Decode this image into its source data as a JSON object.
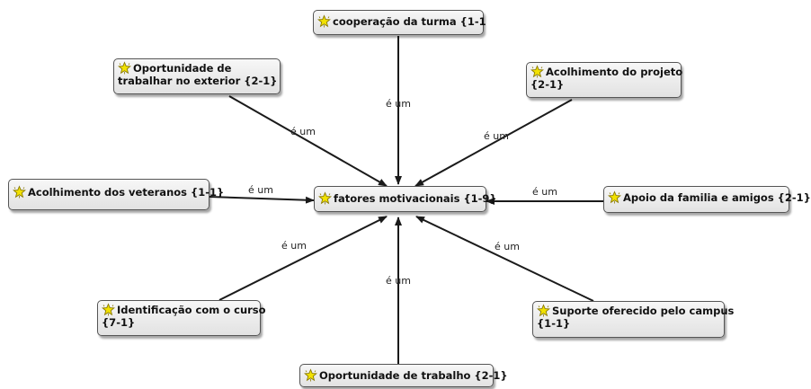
{
  "diagram": {
    "central": {
      "label": "fatores motivacionais {1-9}",
      "icon": "code-star-icon"
    },
    "nodes": [
      {
        "id": "cooperacao",
        "label": "cooperação da turma {1-1",
        "icon": "code-star-icon"
      },
      {
        "id": "exterior",
        "label": "Oportunidade de\ntrabalhar no exterior {2-1}",
        "icon": "code-star-icon"
      },
      {
        "id": "projeto",
        "label": "Acolhimento do projeto\n{2-1}",
        "icon": "code-star-icon"
      },
      {
        "id": "veteranos",
        "label": "Acolhimento dos veteranos {1-1}",
        "icon": "code-star-icon"
      },
      {
        "id": "familia",
        "label": "Apoio da familia e amigos {2-1}",
        "icon": "code-star-icon"
      },
      {
        "id": "curso",
        "label": "Identificação com o curso\n{7-1}",
        "icon": "code-star-icon"
      },
      {
        "id": "campus",
        "label": "Suporte oferecido pelo campus\n{1-1}",
        "icon": "code-star-icon"
      },
      {
        "id": "trabalho",
        "label": "Oportunidade de trabalho {2-1}",
        "icon": "code-star-icon"
      }
    ],
    "relation_label": "é um",
    "colors": {
      "icon_fill": "#f2e200",
      "icon_stroke": "#8a7a00",
      "edge": "#1a1a1a",
      "node_border": "#555555"
    }
  }
}
